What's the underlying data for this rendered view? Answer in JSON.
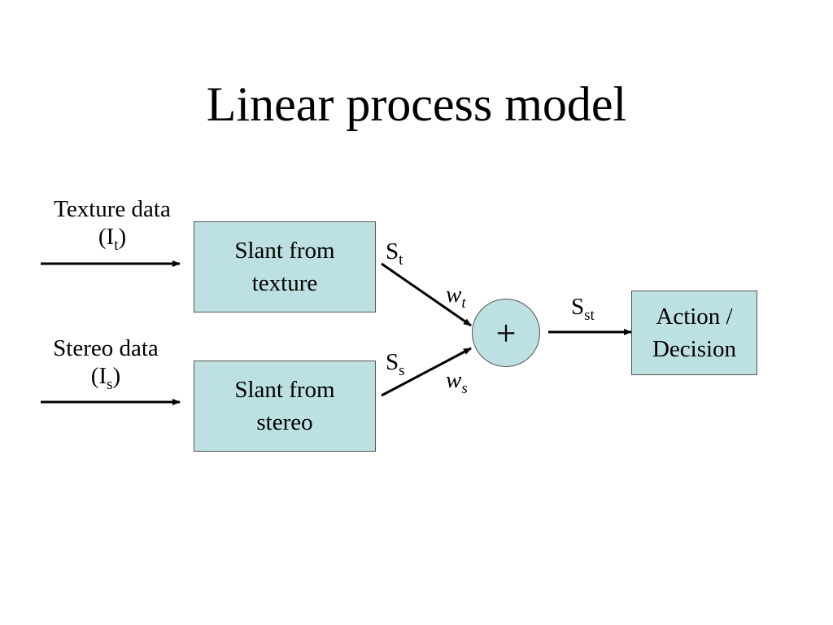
{
  "slide": {
    "title": "Linear process model"
  },
  "inputs": {
    "texture": {
      "label": "Texture data",
      "symbol_open": "(I",
      "symbol_sub": "t",
      "symbol_close": ")"
    },
    "stereo": {
      "label": "Stereo data",
      "symbol_open": "(I",
      "symbol_sub": "s",
      "symbol_close": ")"
    }
  },
  "boxes": {
    "texture": {
      "line1": "Slant from",
      "line2": "texture"
    },
    "stereo": {
      "line1": "Slant from",
      "line2": "stereo"
    },
    "decision": {
      "line1": "Action /",
      "line2": "Decision"
    }
  },
  "signals": {
    "st": {
      "base": "S",
      "sub": "t"
    },
    "ss": {
      "base": "S",
      "sub": "s"
    },
    "sst": {
      "base": "S",
      "sub": "st"
    }
  },
  "weights": {
    "wt": {
      "base": "w",
      "sub": "t"
    },
    "ws": {
      "base": "w",
      "sub": "s"
    }
  },
  "summer": {
    "symbol": "+"
  },
  "colors": {
    "box_fill": "#bde0e2",
    "box_border": "#555555",
    "arrow": "#000000"
  }
}
